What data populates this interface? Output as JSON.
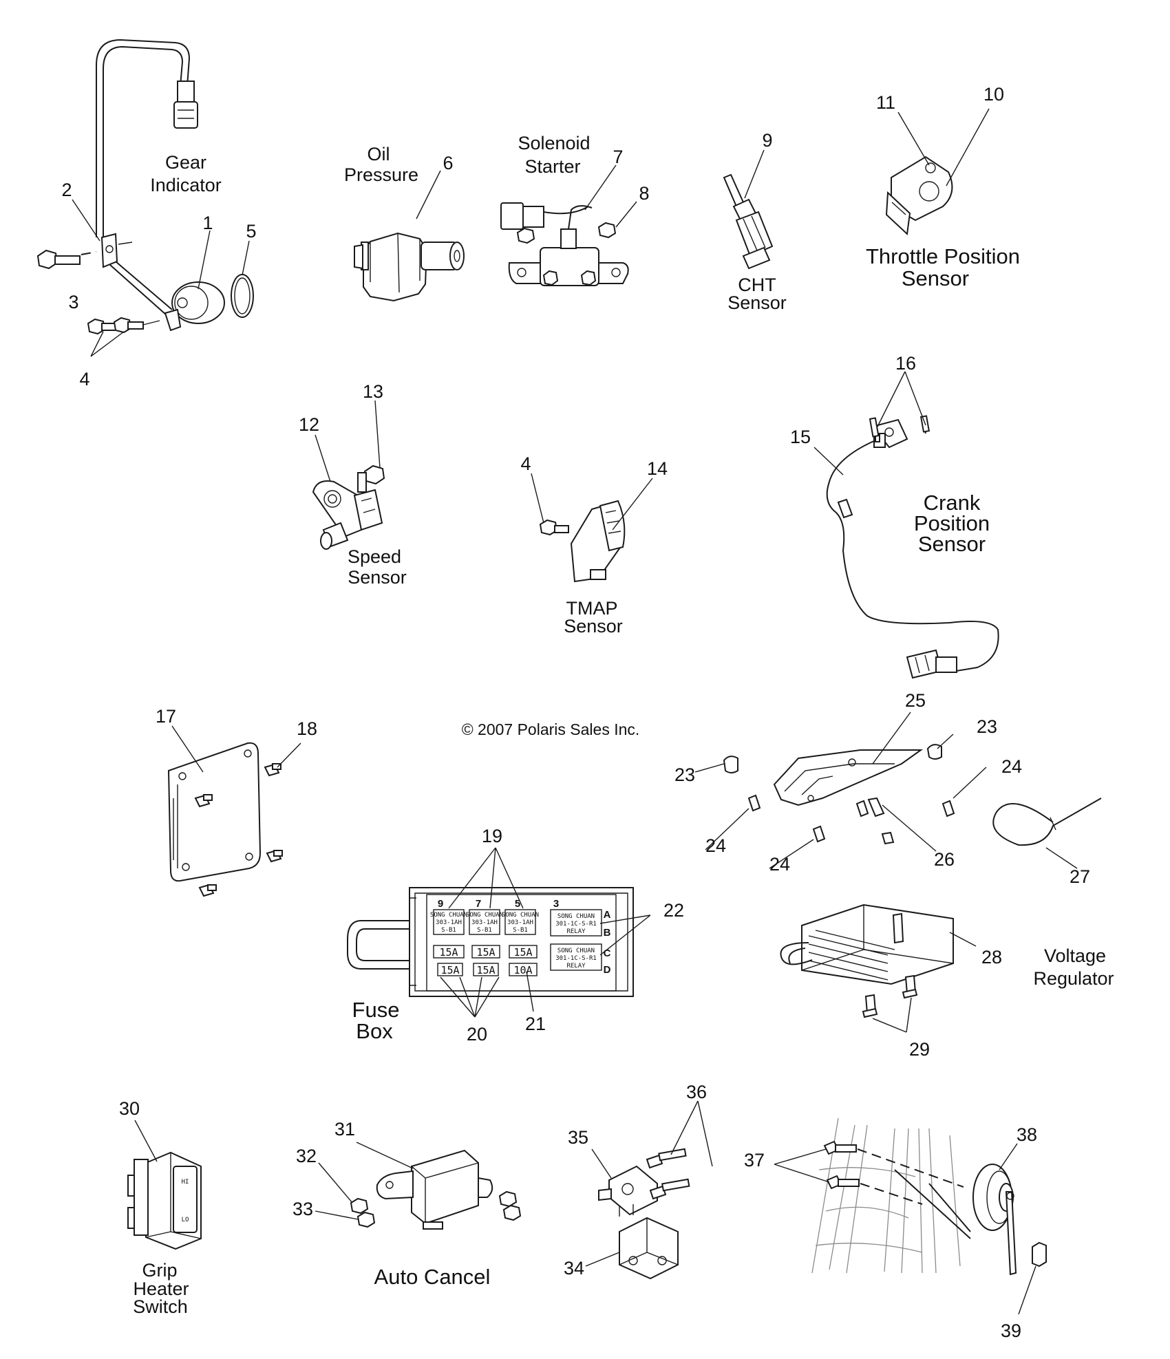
{
  "copyright": "© 2007 Polaris Sales Inc.",
  "labels": {
    "gear_indicator": [
      "Gear",
      "Indicator"
    ],
    "oil_pressure": [
      "Oil",
      "Pressure"
    ],
    "solenoid_starter": [
      "Solenoid",
      "Starter"
    ],
    "cht_sensor": [
      "CHT",
      "Sensor"
    ],
    "throttle_position_sensor": [
      "Throttle Position",
      "Sensor"
    ],
    "speed_sensor": [
      "Speed",
      "Sensor"
    ],
    "tmap_sensor": [
      "TMAP",
      "Sensor"
    ],
    "crank_position_sensor": [
      "Crank",
      "Position",
      "Sensor"
    ],
    "fuse_box": [
      "Fuse",
      "Box"
    ],
    "voltage_regulator": [
      "Voltage",
      "Regulator"
    ],
    "grip_heater_switch": [
      "Grip",
      "Heater",
      "Switch"
    ],
    "auto_cancel": "Auto Cancel"
  },
  "callouts": {
    "c1": "1",
    "c2": "2",
    "c3": "3",
    "c4a": "4",
    "c5": "5",
    "c6": "6",
    "c7": "7",
    "c8": "8",
    "c9": "9",
    "c10": "10",
    "c11": "11",
    "c12": "12",
    "c13": "13",
    "c4b": "4",
    "c14": "14",
    "c15": "15",
    "c16": "16",
    "c17": "17",
    "c18": "18",
    "c19": "19",
    "c20": "20",
    "c21": "21",
    "c22": "22",
    "c23a": "23",
    "c23b": "23",
    "c24a": "24",
    "c24b": "24",
    "c24c": "24",
    "c25": "25",
    "c26": "26",
    "c27": "27",
    "c28": "28",
    "c29": "29",
    "c30": "30",
    "c31": "31",
    "c32": "32",
    "c33": "33",
    "c34": "34",
    "c35": "35",
    "c36": "36",
    "c37": "37",
    "c38": "38",
    "c39": "39"
  },
  "fuse_box": {
    "cavity_numbers": [
      "9",
      "7",
      "5",
      "3"
    ],
    "row_letters": [
      "A",
      "B",
      "C",
      "D"
    ],
    "relay_small_lines": [
      "SONG CHUAN",
      "303-1AH",
      "S-B1"
    ],
    "relay_large_lines": [
      "SONG CHUAN",
      "301-1C-S-R1",
      "RELAY"
    ],
    "fuses_top": [
      "15A",
      "15A",
      "15A"
    ],
    "fuses_bottom": [
      "15A",
      "15A",
      "10A"
    ]
  },
  "switch_marks": {
    "hi": "HI",
    "lo": "LO"
  }
}
